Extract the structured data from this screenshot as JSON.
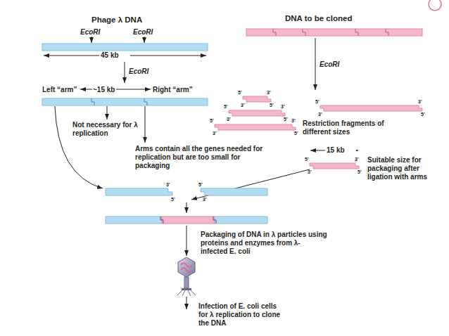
{
  "diagram": {
    "nodes": [
      {
        "text": [
          "Phage λ DNA"
        ]
      },
      {
        "text": [
          "Left “arm”",
          "~15 kb",
          "Right “arm”"
        ]
      },
      {
        "text": [
          "DNA to be cloned"
        ]
      },
      {
        "text": [
          "Restriction fragments of different sizes"
        ]
      },
      {
        "text": [
          "Suitable size for packaging after ligation with arms"
        ]
      }
    ],
    "edges": [
      {
        "from": 0,
        "to": 1,
        "label": "EcoRI",
        "arrow": "to"
      },
      {
        "from": 2,
        "to": 3,
        "label": "EcoRI",
        "arrow": "to"
      }
    ],
    "labels": [
      "EcoRI",
      "EcoRI",
      "45 kb",
      "15 kb",
      "5'",
      "3'",
      "3'",
      "5'",
      "5'",
      "3'",
      "3'",
      "5'",
      "5'",
      "3'",
      "3'",
      "5'",
      "5'",
      "3'",
      "3'",
      "5'",
      "5'",
      "3'",
      "3'",
      "5'",
      "3'",
      "5'",
      "5'",
      "3'",
      "Not necessary for λ replication",
      "Arms contain all the genes needed for replication but are too small for packaging",
      "Packaging of DNA in λ particles using proteins and enzymes from λ-infected E. coli",
      "Infection of E. coli cells for λ replication to clone the DNA"
    ]
  }
}
